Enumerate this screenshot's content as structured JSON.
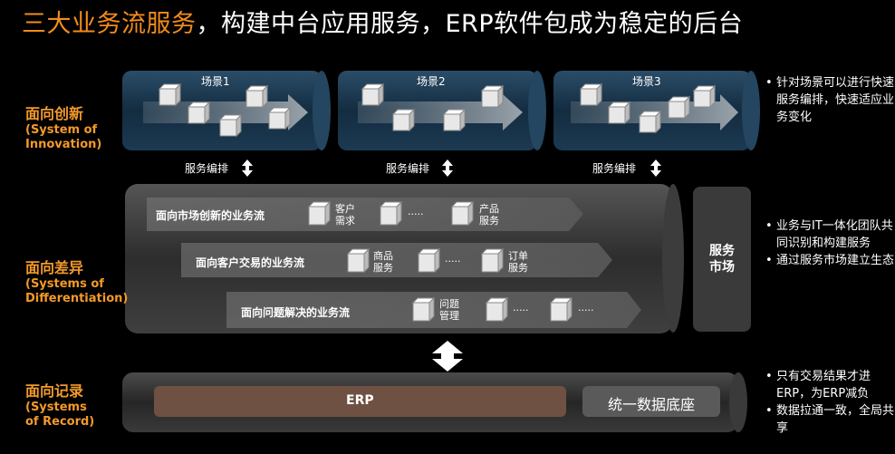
{
  "title": {
    "highlight": "三大业务流服务",
    "rest": "，构建中台应用服务，ERP软件包成为稳定的后台"
  },
  "layers": {
    "innovation": {
      "cn": "面向创新",
      "en1": "(System of",
      "en2": "Innovation)"
    },
    "differentiation": {
      "cn": "面向差异",
      "en1": "(Systems of",
      "en2": "Differentiation)"
    },
    "record": {
      "cn": "面向记录",
      "en1": "(Systems",
      "en2": "of Record)"
    }
  },
  "scenes": [
    {
      "label": "场景1"
    },
    {
      "label": "场景2"
    },
    {
      "label": "场景3"
    }
  ],
  "orchestration": [
    {
      "label": "服务编排"
    },
    {
      "label": "服务编排"
    },
    {
      "label": "服务编排"
    }
  ],
  "flows": [
    {
      "label": "面向市场创新的业务流",
      "svc1a": "客户",
      "svc1b": "需求",
      "dots": "·····",
      "svc2a": "产品",
      "svc2b": "服务"
    },
    {
      "label": "面向客户交易的业务流",
      "svc1a": "商品",
      "svc1b": "服务",
      "dots": "·····",
      "svc2a": "订单",
      "svc2b": "服务"
    },
    {
      "label": "面向问题解决的业务流",
      "svc1a": "问题",
      "svc1b": "管理",
      "dots": "·····",
      "dots2": "·····"
    }
  ],
  "market": {
    "line1": "服务",
    "line2": "市场"
  },
  "record": {
    "erp": "ERP",
    "db": "统一数据底座"
  },
  "bullets": {
    "innovation": [
      "针对场景可以进行快速服务编排，快速适应业务变化"
    ],
    "differentiation": [
      "业务与IT一体化团队共同识别和构建服务",
      "通过服务市场建立生态"
    ],
    "record": [
      "只有交易结果才进ERP，为ERP减负",
      "数据拉通一致，全局共享"
    ]
  },
  "colors": {
    "accent": "#f39a2a",
    "title_highlight": "#f28c1c",
    "cylinder_blue": "#1d3a52",
    "cylinder_gray": "#4a4a4a"
  }
}
